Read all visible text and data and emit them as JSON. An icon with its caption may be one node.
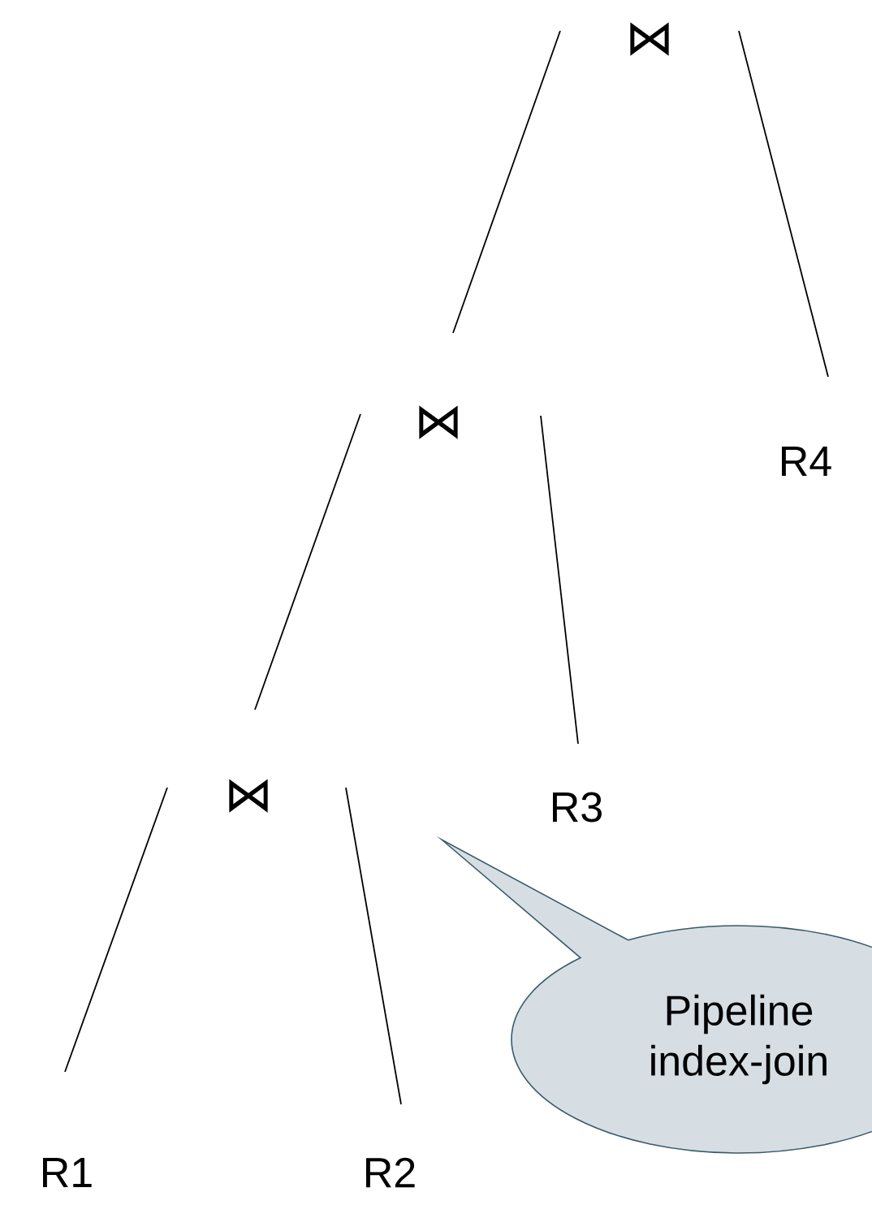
{
  "diagram": {
    "nodes": [
      {
        "text": [
          "⋈"
        ]
      },
      {
        "text": [
          "⋈"
        ]
      },
      {
        "text": [
          "R4"
        ]
      },
      {
        "text": [
          "⋈"
        ]
      },
      {
        "text": [
          "R3"
        ]
      },
      {
        "text": [
          "Pipeline index-join"
        ]
      },
      {
        "text": [
          "R1"
        ]
      },
      {
        "text": [
          "R2"
        ]
      }
    ],
    "edges": [
      {
        "from": 0,
        "to": 1,
        "arrow": "none"
      },
      {
        "from": 0,
        "to": 2,
        "arrow": "none"
      },
      {
        "from": 1,
        "to": 3,
        "arrow": "none"
      },
      {
        "from": 1,
        "to": 4,
        "arrow": "none"
      },
      {
        "from": 3,
        "to": 6,
        "arrow": "none"
      },
      {
        "from": 3,
        "to": 7,
        "arrow": "none"
      }
    ]
  }
}
